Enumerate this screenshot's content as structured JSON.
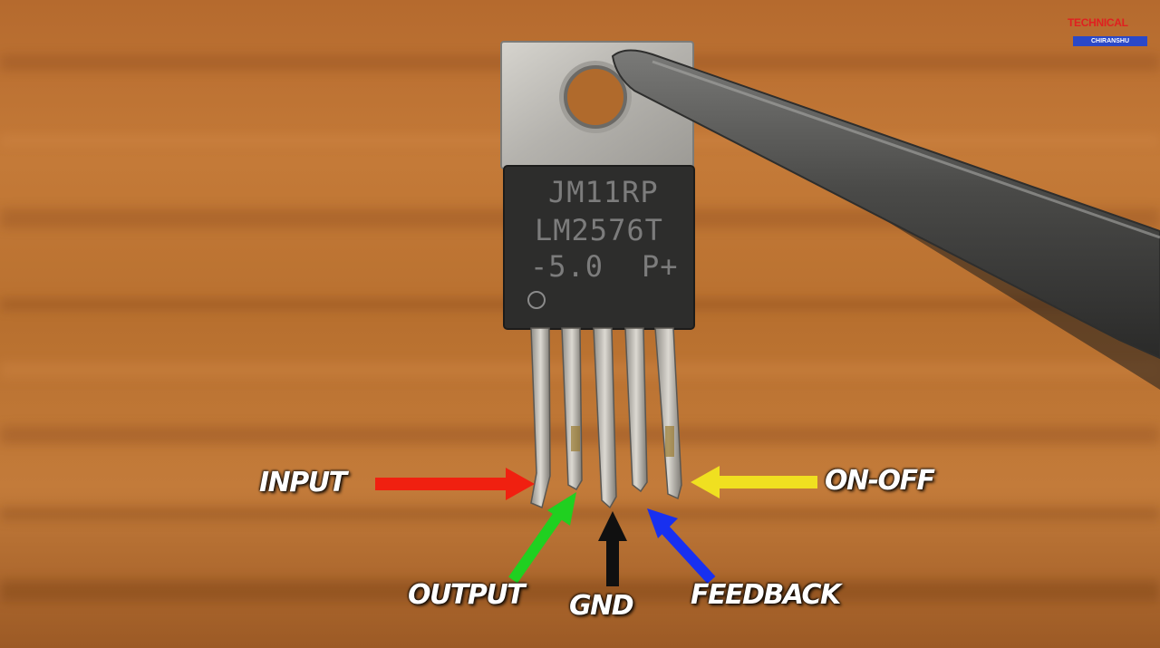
{
  "chip": {
    "marking_line1": "JM11RP",
    "marking_line2": "LM2576T",
    "marking_line3": "-5.0",
    "marking_suffix": "P+"
  },
  "pins": {
    "input": "INPUT",
    "output": "OUTPUT",
    "gnd": "GND",
    "feedback": "FEEDBACK",
    "on_off": "ON-OFF"
  },
  "colors": {
    "input_arrow": "#f02010",
    "output_arrow": "#20d020",
    "gnd_arrow": "#101010",
    "feedback_arrow": "#1830f0",
    "on_off_arrow": "#f0e020"
  },
  "logo": {
    "top_text": "TECHNICAL",
    "bottom_text": "CHIRANSHU"
  }
}
